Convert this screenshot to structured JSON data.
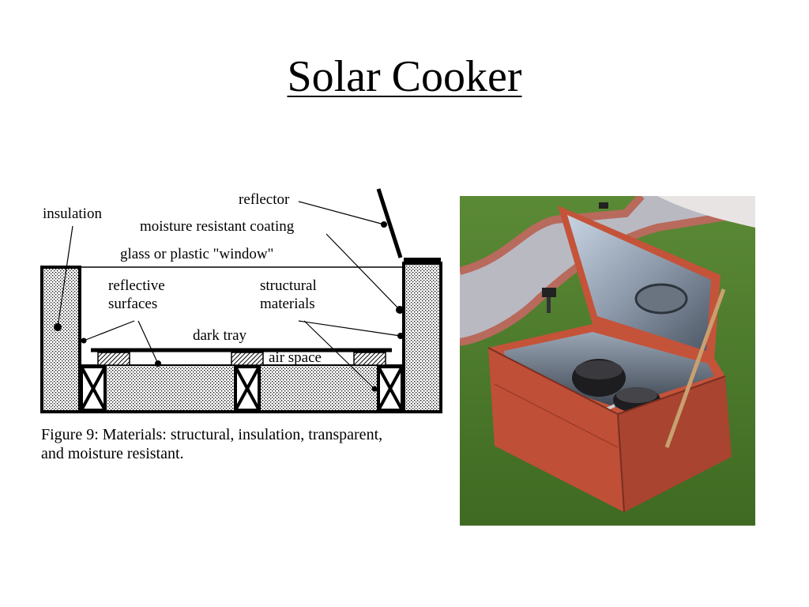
{
  "slide": {
    "title": "Solar Cooker"
  },
  "diagram": {
    "labels": {
      "insulation": "insulation",
      "reflector": "reflector",
      "moisture_resistant_coating": "moisture resistant coating",
      "window": "glass or plastic \"window\"",
      "reflective_surfaces_line1": "reflective",
      "reflective_surfaces_line2": "surfaces",
      "structural_materials_line1": "structural",
      "structural_materials_line2": "materials",
      "dark_tray": "dark tray",
      "air_space": "air space"
    },
    "caption": {
      "line1": "Figure 9:  Materials: structural, insulation, transparent,",
      "line2": "and moisture resistant."
    }
  },
  "photo": {
    "colors": {
      "box": "#c4533a",
      "lawn": "#4f7a2c",
      "path": "#b9b9c2",
      "brick": "#b86a5c"
    }
  }
}
